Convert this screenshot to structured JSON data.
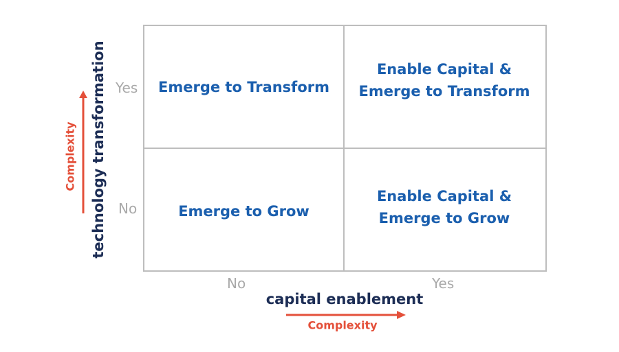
{
  "quadrants": {
    "top_left": "Emerge to Transform",
    "top_right": "Enable Capital &\nEmerge to Transform",
    "bottom_left": "Emerge to Grow",
    "bottom_right": "Enable Capital &\nEmerge to Grow"
  },
  "y_axis": {
    "label": "technology transformation",
    "ticks": [
      "Yes",
      "No"
    ],
    "arrow_label": "Complexity"
  },
  "x_axis": {
    "label": "capital enablement",
    "ticks": [
      "No",
      "Yes"
    ],
    "arrow_label": "Complexity"
  },
  "colors": {
    "quadrant_text": "#1b5fae",
    "axis_label": "#1c2d55",
    "arrow": "#e4503a",
    "tick": "#a9a9a9",
    "grid": "#bdbdbd"
  }
}
